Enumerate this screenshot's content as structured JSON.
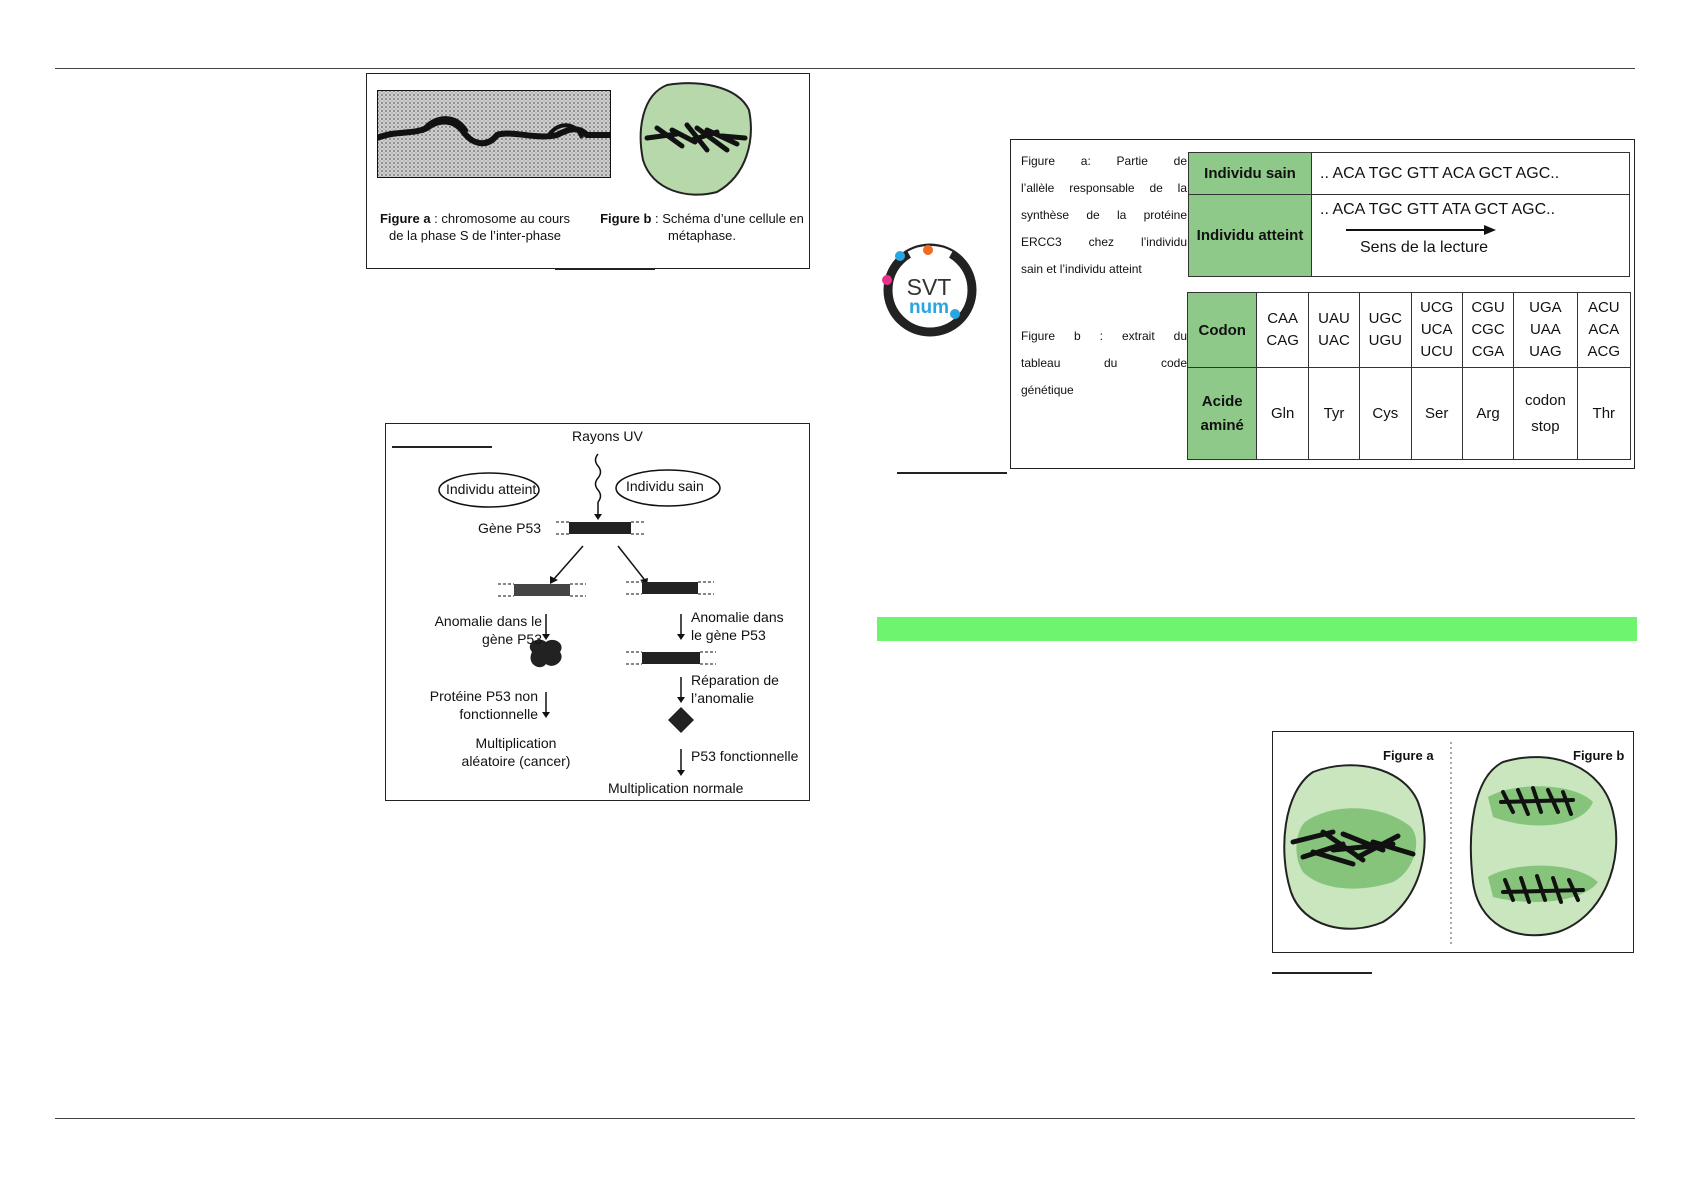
{
  "figure_chromosome": {
    "fig_a_label": "Figure a",
    "fig_a_text": " : chromosome au cours de la phase S de l’inter-phase",
    "fig_b_label": "Figure b",
    "fig_b_text": " : Schéma d’une cellule en métaphase."
  },
  "diagram_p53": {
    "rayons": "Rayons UV",
    "individu_atteint": "Individu atteint",
    "individu_sain": "Individu sain",
    "gene": "Gène P53",
    "anomalie_left_1": "Anomalie dans le",
    "anomalie_left_2": "gène P53",
    "proteine_1": "Protéine P53 non",
    "proteine_2": "fonctionnelle",
    "multiplication_1": "Multiplication",
    "multiplication_2": "aléatoire (cancer)",
    "anomalie_right_1": "Anomalie dans",
    "anomalie_right_2": "le gène P53",
    "reparation_1": "Réparation de",
    "reparation_2": "l’anomalie",
    "fonctionnelle": "P53 fonctionnelle",
    "normale": "Multiplication normale"
  },
  "logo": {
    "text_top": "SVT",
    "text_bottom": "num",
    "colors": [
      "#e8308c",
      "#2aa5e0",
      "#f26b22",
      "#2aa5e0"
    ]
  },
  "genetic_figure": {
    "fig_a_lines": [
      "Figure a: Partie de",
      "l’allèle responsable de la",
      "synthèse de la protéine",
      "ERCC3 chez l’individu",
      "sain et l’individu atteint"
    ],
    "fig_b_lines": [
      "Figure b : extrait du",
      "tableau du code",
      "génétique"
    ],
    "individu_sain_label": "Individu sain",
    "individu_sain_seq": ".. ACA TGC GTT ACA GCT AGC..",
    "individu_atteint_label": "Individu atteint",
    "individu_atteint_seq": ".. ACA TGC GTT ATA GCT AGC..",
    "sens_lecture": "Sens de la lecture",
    "codon_label": "Codon",
    "acide_label": "Acide aminé",
    "codons": [
      "CAA CAG",
      "UAU UAC",
      "UGC UGU",
      "UCG UCA UCU",
      "CGU CGC CGA",
      "UGA UAA UAG",
      "ACU ACA ACG"
    ],
    "acides": [
      "Gln",
      "Tyr",
      "Cys",
      "Ser",
      "Arg",
      "codon stop",
      "Thr"
    ]
  },
  "mitosis_figure": {
    "fig_a": "Figure a",
    "fig_b": "Figure b"
  },
  "colors": {
    "green_bar": "#6ef46e",
    "table_green": "#8fc98a",
    "cell_green": "#a9d89f"
  }
}
